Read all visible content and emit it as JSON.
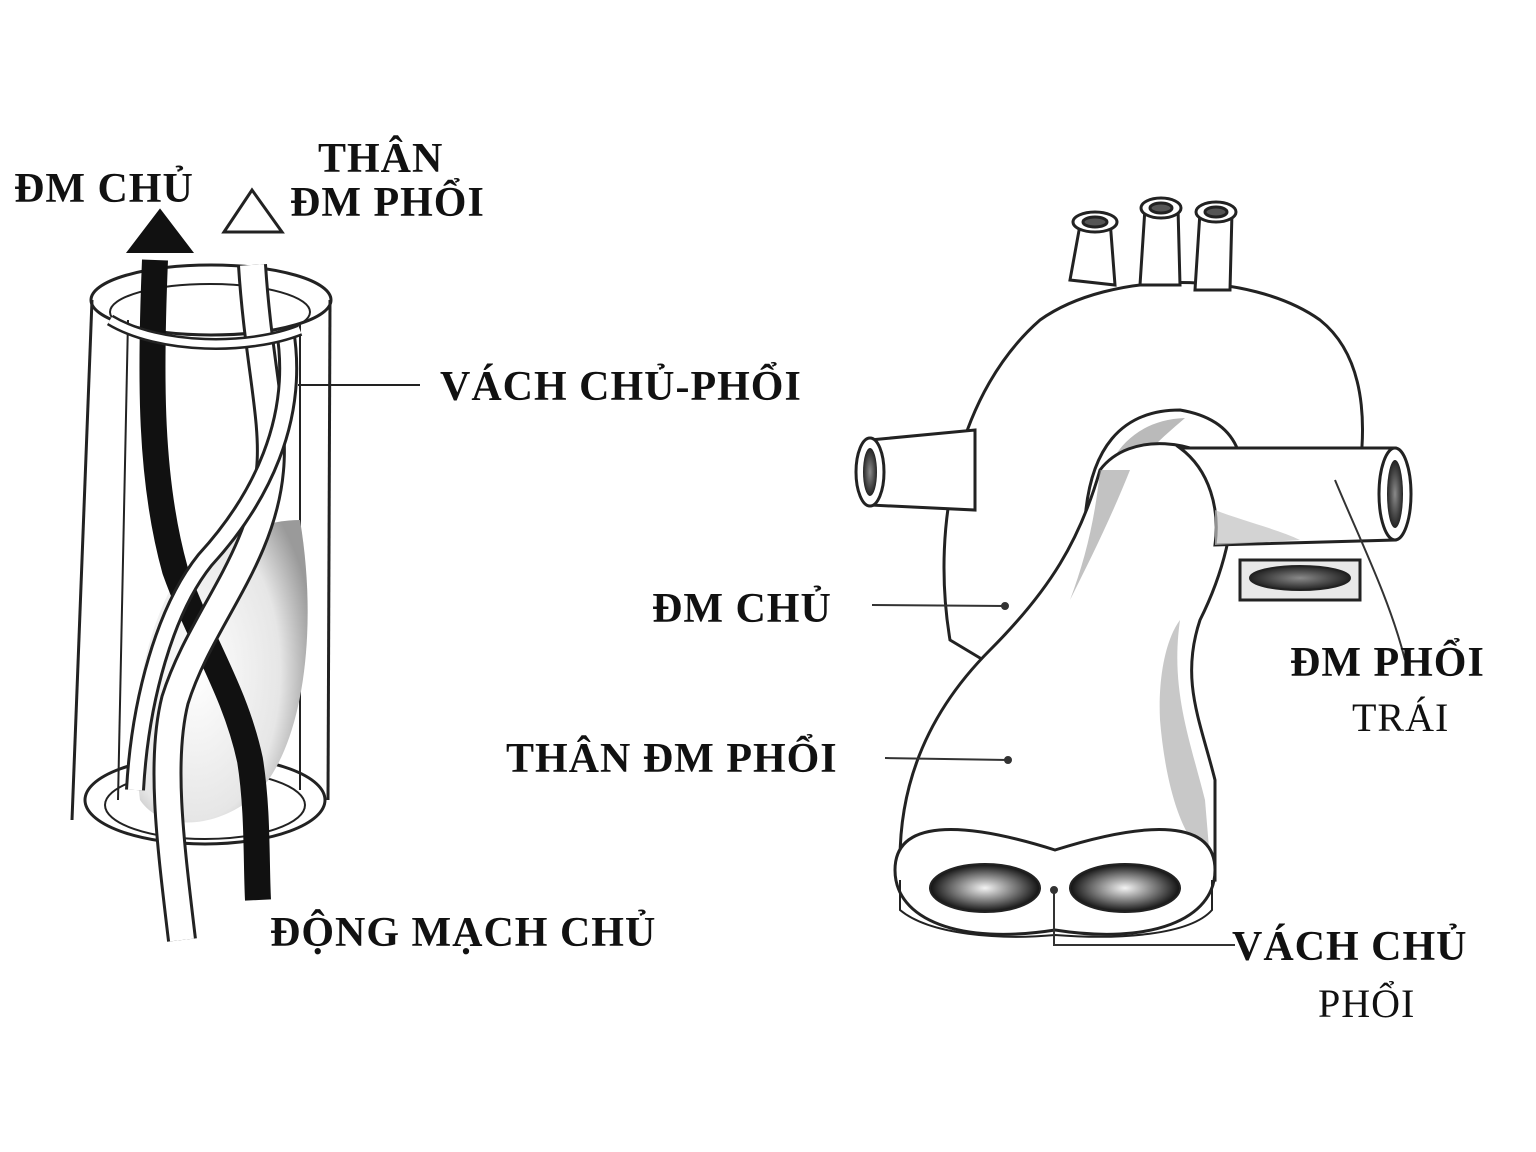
{
  "left_panel": {
    "aorta_arrow_label": "ĐM CHỦ",
    "trunk_arrow_label_line1": "THÂN",
    "trunk_arrow_label_line2": "ĐM PHỔI",
    "septum_label": "VÁCH CHỦ-PHỔI",
    "bottom_label": "ĐỘNG MẠCH CHỦ"
  },
  "right_panel": {
    "aorta_label": "ĐM CHỦ",
    "trunk_label": "THÂN ĐM PHỔI",
    "left_pulmonary_line1": "ĐM PHỔI",
    "left_pulmonary_line2": "TRÁI",
    "septum_line1": "VÁCH CHỦ",
    "septum_line2": "PHỔI"
  },
  "colors": {
    "ink": "#111111",
    "shade": "#9a9a9a",
    "background": "#ffffff"
  }
}
